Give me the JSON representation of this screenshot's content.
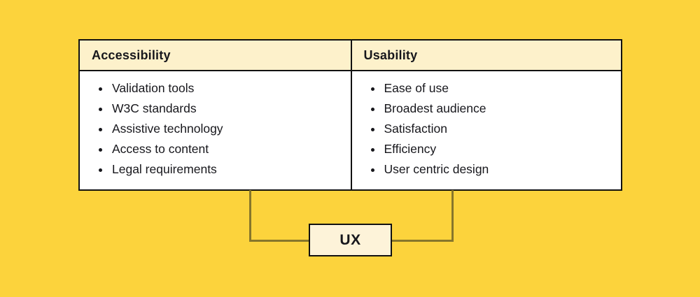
{
  "colors": {
    "page-bg": "#FCD33C",
    "table-border": "#111111",
    "header-bg": "#FDF1CB",
    "body-bg": "#FFFFFF",
    "text": "#17171C",
    "connector": "#87762B",
    "ux-box-bg": "#FDF3D9"
  },
  "table": {
    "columns": [
      {
        "header": "Accessibility",
        "items": [
          "Validation tools",
          "W3C standards",
          "Assistive technology",
          "Access to content",
          "Legal requirements"
        ]
      },
      {
        "header": "Usability",
        "items": [
          "Ease of use",
          "Broadest audience",
          "Satisfaction",
          "Efficiency",
          "User centric design"
        ]
      }
    ]
  },
  "ux_node": {
    "label": "UX"
  }
}
